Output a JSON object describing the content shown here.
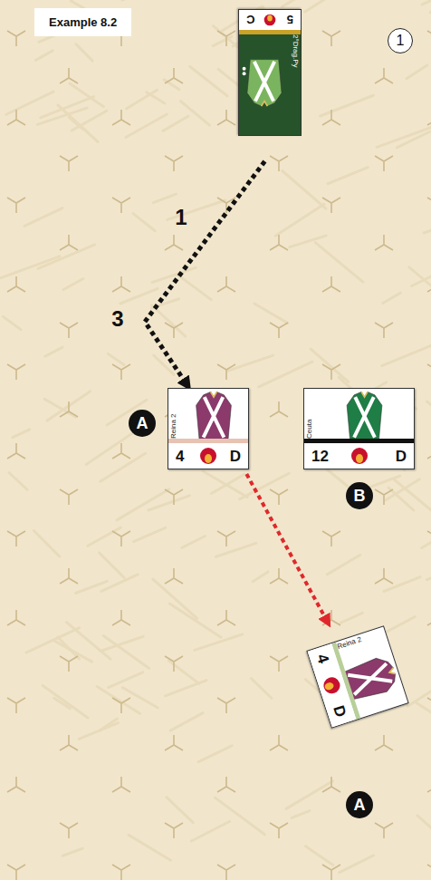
{
  "diagram": {
    "title": "Example 8.2",
    "nodes": [
      {
        "text": [
          "2°Drag.Py",
          "5",
          "C"
        ]
      },
      {
        "text": [
          "Reina 2",
          "4",
          "D"
        ]
      },
      {
        "text": [
          "Ceuta",
          "12",
          "D"
        ]
      },
      {
        "text": [
          "Reina 2",
          "4",
          "D"
        ]
      }
    ],
    "edges": [
      {
        "from": 0,
        "to": 1,
        "arrow": "to"
      },
      {
        "from": 1,
        "to": 3,
        "arrow": "to"
      }
    ],
    "labels": [
      "1",
      "1",
      "3",
      "A",
      "B",
      "A"
    ]
  }
}
